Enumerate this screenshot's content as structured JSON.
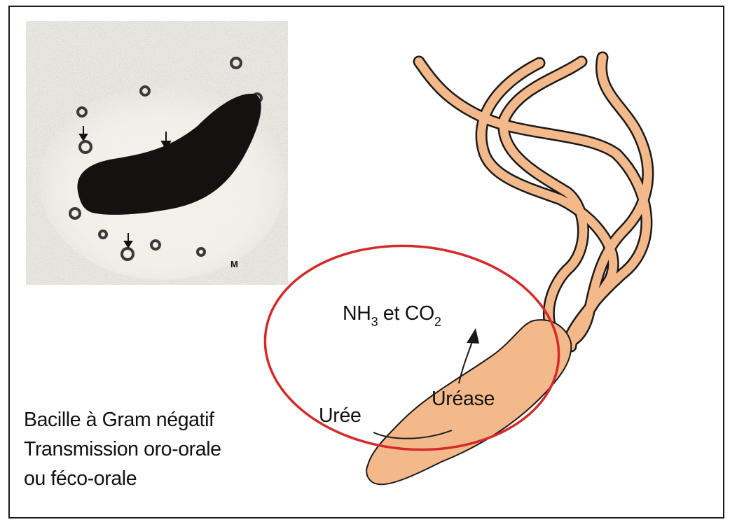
{
  "figure": {
    "labels": {
      "gas_prefix_nh": "NH",
      "gas_sub_3": "3",
      "gas_middle": " et CO",
      "gas_sub_2": "2",
      "enzyme": "Uréase",
      "substrate": "Urée"
    },
    "micrograph": {
      "marker": "M"
    },
    "caption": {
      "line1": "Bacille à Gram négatif",
      "line2": "Transmission oro-orale",
      "line3": "ou féco-orale"
    },
    "colors": {
      "bacterium_fill": "#F4B98A",
      "outline": "#1a1a1a",
      "highlight_ellipse": "#D42A2A"
    }
  }
}
